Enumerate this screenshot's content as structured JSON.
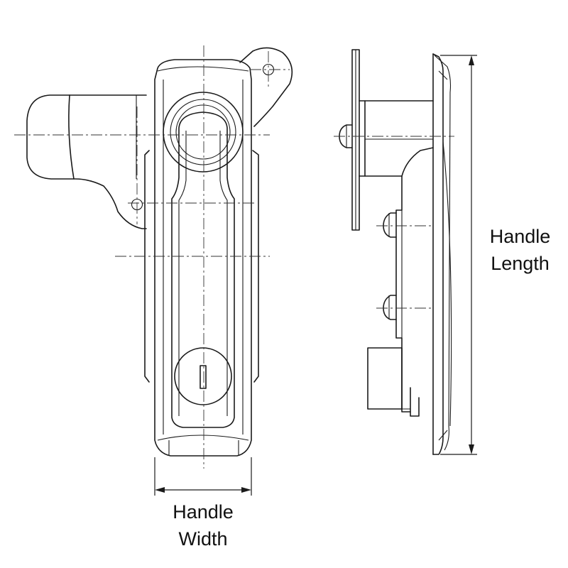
{
  "labels": {
    "handle_width": [
      "Handle",
      "Width"
    ],
    "handle_length": [
      "Handle",
      "Length"
    ]
  },
  "colors": {
    "stroke": "#1a1a1a",
    "background": "#ffffff"
  }
}
